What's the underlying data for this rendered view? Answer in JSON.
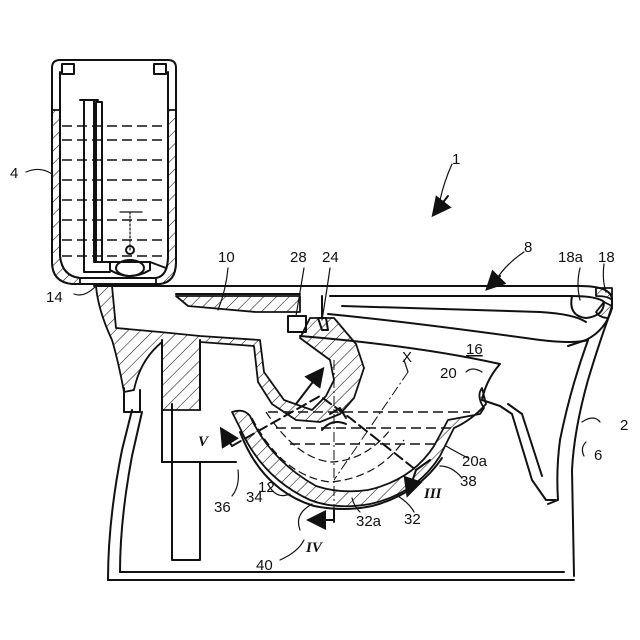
{
  "labels": {
    "l1": "1",
    "l2": "2",
    "l4": "4",
    "l6": "6",
    "l8": "8",
    "l10": "10",
    "l12": "12",
    "l14": "14",
    "l16": "16",
    "l18": "18",
    "l18a": "18a",
    "l20": "20",
    "l20a": "20a",
    "l24": "24",
    "l28": "28",
    "l32": "32",
    "l32a": "32a",
    "l34": "34",
    "l36": "36",
    "l38": "38",
    "l40": "40",
    "lX": "X"
  },
  "section_marks": {
    "III": "III",
    "IV": "IV",
    "V": "V"
  }
}
